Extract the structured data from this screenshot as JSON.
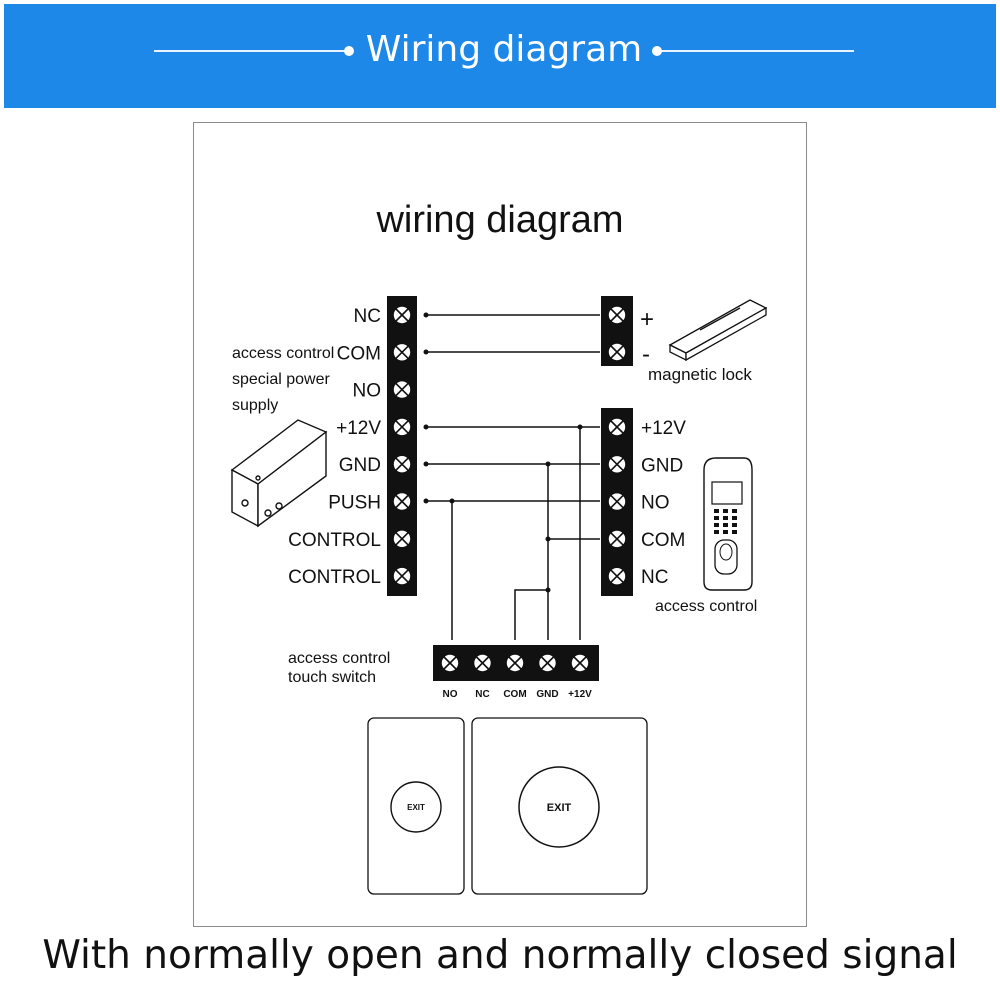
{
  "banner": {
    "title": "Wiring diagram",
    "color": "#1e88e8"
  },
  "diagram": {
    "title": "wiring diagram",
    "power_supply": {
      "label_lines": [
        "access control",
        "special power",
        "supply"
      ],
      "terminals": [
        "NC",
        "COM",
        "NO",
        "+12V",
        "GND",
        "PUSH",
        "CONTROL",
        "CONTROL"
      ]
    },
    "magnetic_lock": {
      "label": "magnetic lock",
      "terminals": [
        "+",
        "-"
      ]
    },
    "access_control": {
      "label": "access control",
      "terminals": [
        "+12V",
        "GND",
        "NO",
        "COM",
        "NC"
      ]
    },
    "touch_switch": {
      "label_lines": [
        "access control",
        "touch switch"
      ],
      "terminals": [
        "NO",
        "NC",
        "COM",
        "GND",
        "+12V"
      ]
    },
    "exit_buttons": [
      {
        "text": "EXIT",
        "size": "small"
      },
      {
        "text": "EXIT",
        "size": "large"
      }
    ]
  },
  "caption": "With normally open and normally closed signal",
  "icons": [
    "terminal-screw-icon",
    "power-supply-box-icon",
    "magnetic-lock-icon",
    "fingerprint-reader-icon",
    "exit-button-icon"
  ]
}
